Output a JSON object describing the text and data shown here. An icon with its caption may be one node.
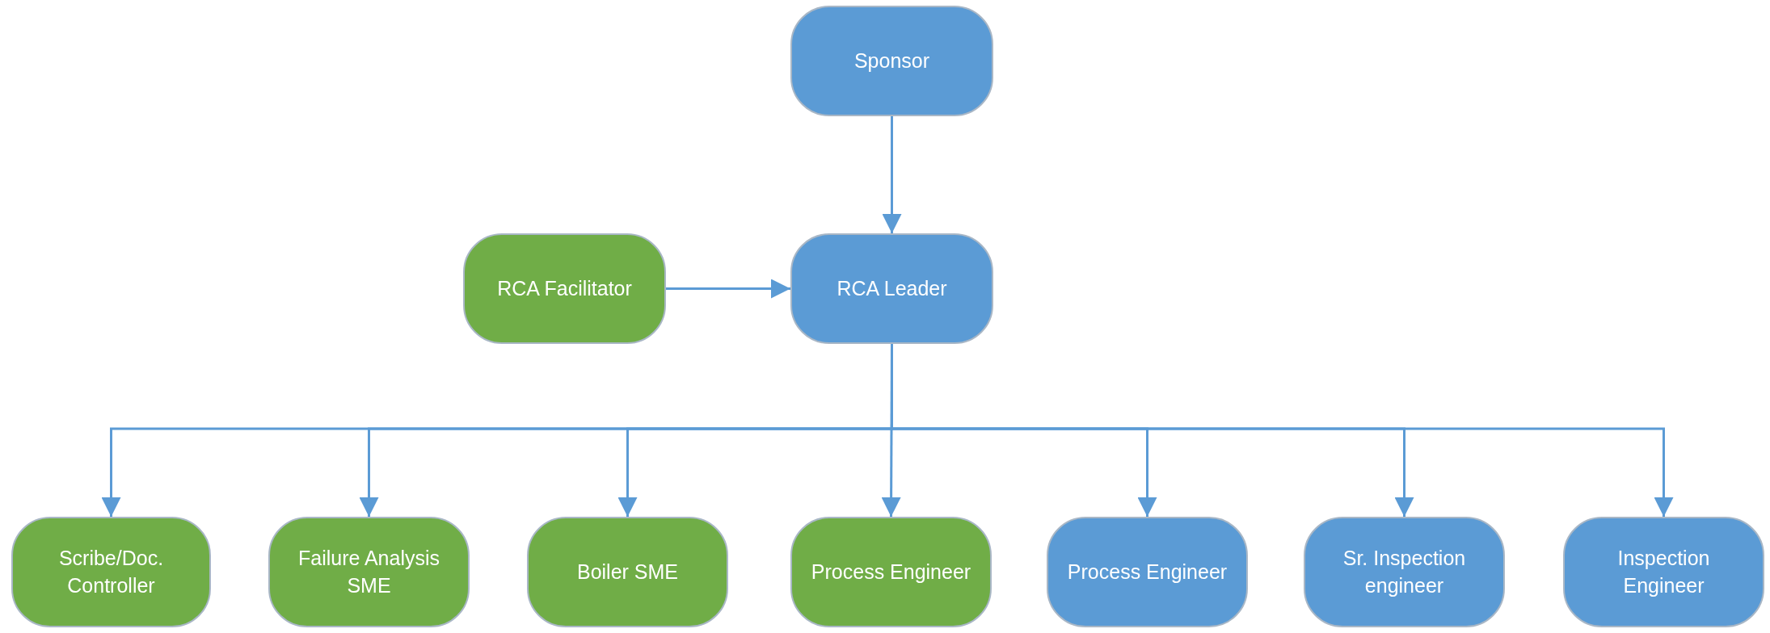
{
  "diagram": {
    "nodes": [
      {
        "text": [
          "Sponsor"
        ]
      },
      {
        "text": [
          "RCA Facilitator"
        ]
      },
      {
        "text": [
          "RCA Leader"
        ]
      },
      {
        "text": [
          "Scribe/Doc. Controller"
        ]
      },
      {
        "text": [
          "Failure Analysis SME"
        ]
      },
      {
        "text": [
          "Boiler SME"
        ]
      },
      {
        "text": [
          "Process Engineer"
        ]
      },
      {
        "text": [
          "Process Engineer"
        ]
      },
      {
        "text": [
          "Sr. Inspection engineer"
        ]
      },
      {
        "text": [
          "Inspection Engineer"
        ]
      }
    ],
    "edges": [
      {
        "from": 0,
        "to": 2,
        "arrow": "to"
      },
      {
        "from": 1,
        "to": 2,
        "arrow": "to"
      },
      {
        "from": 2,
        "to": 3,
        "arrow": "to"
      },
      {
        "from": 2,
        "to": 4,
        "arrow": "to"
      },
      {
        "from": 2,
        "to": 5,
        "arrow": "to"
      },
      {
        "from": 2,
        "to": 6,
        "arrow": "to"
      },
      {
        "from": 2,
        "to": 7,
        "arrow": "to"
      },
      {
        "from": 2,
        "to": 8,
        "arrow": "to"
      },
      {
        "from": 2,
        "to": 9,
        "arrow": "to"
      }
    ]
  }
}
